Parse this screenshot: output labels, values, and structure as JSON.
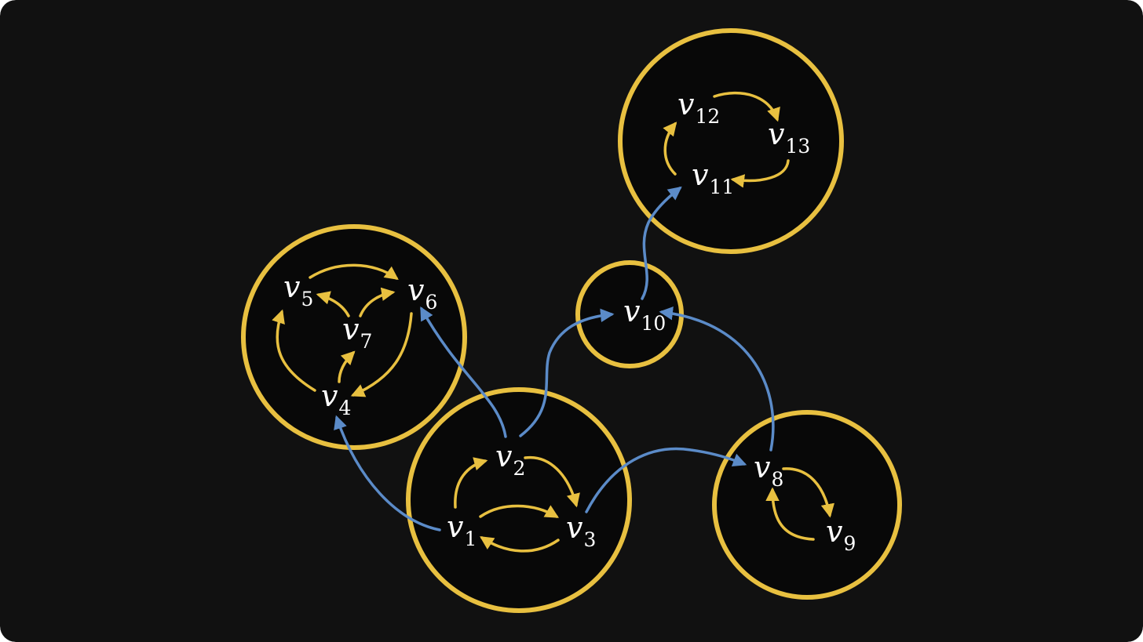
{
  "colors": {
    "background": "#111111",
    "component_fill": "#080808",
    "component_stroke": "#e8c040",
    "intra_edge": "#e8c040",
    "inter_edge": "#5b8bc8",
    "label": "#ffffff"
  },
  "nodes": [
    {
      "id": "v1",
      "base": "v",
      "sub": "1"
    },
    {
      "id": "v2",
      "base": "v",
      "sub": "2"
    },
    {
      "id": "v3",
      "base": "v",
      "sub": "3"
    },
    {
      "id": "v4",
      "base": "v",
      "sub": "4"
    },
    {
      "id": "v5",
      "base": "v",
      "sub": "5"
    },
    {
      "id": "v6",
      "base": "v",
      "sub": "6"
    },
    {
      "id": "v7",
      "base": "v",
      "sub": "7"
    },
    {
      "id": "v8",
      "base": "v",
      "sub": "8"
    },
    {
      "id": "v9",
      "base": "v",
      "sub": "9"
    },
    {
      "id": "v10",
      "base": "v",
      "sub": "10"
    },
    {
      "id": "v11",
      "base": "v",
      "sub": "11"
    },
    {
      "id": "v12",
      "base": "v",
      "sub": "12"
    },
    {
      "id": "v13",
      "base": "v",
      "sub": "13"
    }
  ],
  "components": [
    {
      "id": "c1",
      "nodes": [
        "v1",
        "v2",
        "v3"
      ]
    },
    {
      "id": "c2",
      "nodes": [
        "v4",
        "v5",
        "v6",
        "v7"
      ]
    },
    {
      "id": "c3",
      "nodes": [
        "v8",
        "v9"
      ]
    },
    {
      "id": "c4",
      "nodes": [
        "v10"
      ]
    },
    {
      "id": "c5",
      "nodes": [
        "v11",
        "v12",
        "v13"
      ]
    }
  ],
  "edges": [
    {
      "from": "v1",
      "to": "v2",
      "kind": "intra"
    },
    {
      "from": "v2",
      "to": "v3",
      "kind": "intra"
    },
    {
      "from": "v1",
      "to": "v3",
      "kind": "intra"
    },
    {
      "from": "v3",
      "to": "v1",
      "kind": "intra"
    },
    {
      "from": "v4",
      "to": "v5",
      "kind": "intra"
    },
    {
      "from": "v4",
      "to": "v7",
      "kind": "intra"
    },
    {
      "from": "v7",
      "to": "v5",
      "kind": "intra"
    },
    {
      "from": "v7",
      "to": "v6",
      "kind": "intra"
    },
    {
      "from": "v5",
      "to": "v6",
      "kind": "intra"
    },
    {
      "from": "v6",
      "to": "v4",
      "kind": "intra"
    },
    {
      "from": "v8",
      "to": "v9",
      "kind": "intra"
    },
    {
      "from": "v9",
      "to": "v8",
      "kind": "intra"
    },
    {
      "from": "v11",
      "to": "v12",
      "kind": "intra"
    },
    {
      "from": "v12",
      "to": "v13",
      "kind": "intra"
    },
    {
      "from": "v13",
      "to": "v11",
      "kind": "intra"
    },
    {
      "from": "v1",
      "to": "v4",
      "kind": "inter"
    },
    {
      "from": "v2",
      "to": "v6",
      "kind": "inter"
    },
    {
      "from": "v2",
      "to": "v10",
      "kind": "inter"
    },
    {
      "from": "v3",
      "to": "v8",
      "kind": "inter"
    },
    {
      "from": "v8",
      "to": "v10",
      "kind": "inter"
    },
    {
      "from": "v10",
      "to": "v11",
      "kind": "inter"
    }
  ]
}
